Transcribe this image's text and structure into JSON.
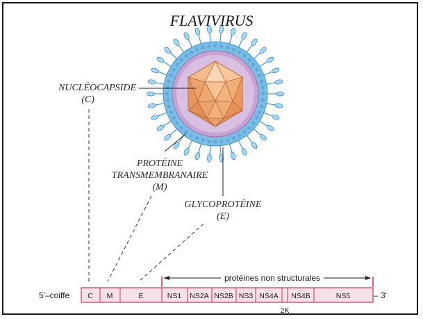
{
  "title": "FLAVIVIRUS",
  "labels": {
    "capsid": {
      "line1": "NUCLÉOCAPSIDE",
      "line2": "(C)"
    },
    "membrane": {
      "line1": "PROTÉINE",
      "line2": "TRANSMEMBRANAIRE",
      "line3": "(M)"
    },
    "envelope": {
      "line1": "GLYCOPROTÉINE",
      "line2": "(E)"
    }
  },
  "genome": {
    "five_prime": "5'–coiffe",
    "three_prime": "– 3'",
    "nonstructural_label": "protéines non structurales",
    "segments": [
      "C",
      "M",
      "E",
      "NS1",
      "NS2A",
      "NS2B",
      "NS3",
      "NS4A",
      "NS4B",
      "NS5"
    ],
    "under_label": "2K"
  },
  "colors": {
    "genome_fill": "#f6e1e6",
    "genome_border": "#c0375a",
    "envelope_outer": "#6fb4df",
    "membrane": "#c9a3d2",
    "capsid": "#f2b07d",
    "spike": "#4aa0d6"
  }
}
